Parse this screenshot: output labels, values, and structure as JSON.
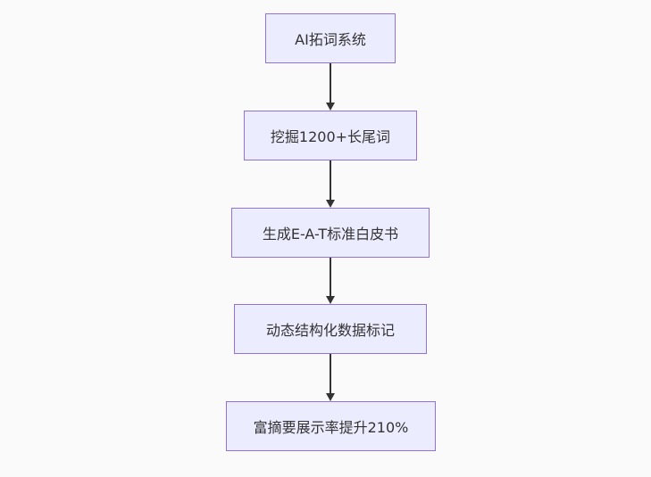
{
  "diagram": {
    "type": "flowchart",
    "direction": "top-down",
    "nodes": [
      {
        "id": "node-1",
        "label": "AI拓词系统"
      },
      {
        "id": "node-2",
        "label": "挖掘1200+长尾词"
      },
      {
        "id": "node-3",
        "label": "生成E-A-T标准白皮书"
      },
      {
        "id": "node-4",
        "label": "动态结构化数据标记"
      },
      {
        "id": "node-5",
        "label": "富摘要展示率提升210%"
      }
    ],
    "edges": [
      {
        "from": "node-1",
        "to": "node-2"
      },
      {
        "from": "node-2",
        "to": "node-3"
      },
      {
        "from": "node-3",
        "to": "node-4"
      },
      {
        "from": "node-4",
        "to": "node-5"
      }
    ],
    "colors": {
      "background": "#fafafa",
      "node_fill": "#ECECFF",
      "node_border": "#9370DB",
      "text": "#333333",
      "arrow": "#333333"
    }
  }
}
